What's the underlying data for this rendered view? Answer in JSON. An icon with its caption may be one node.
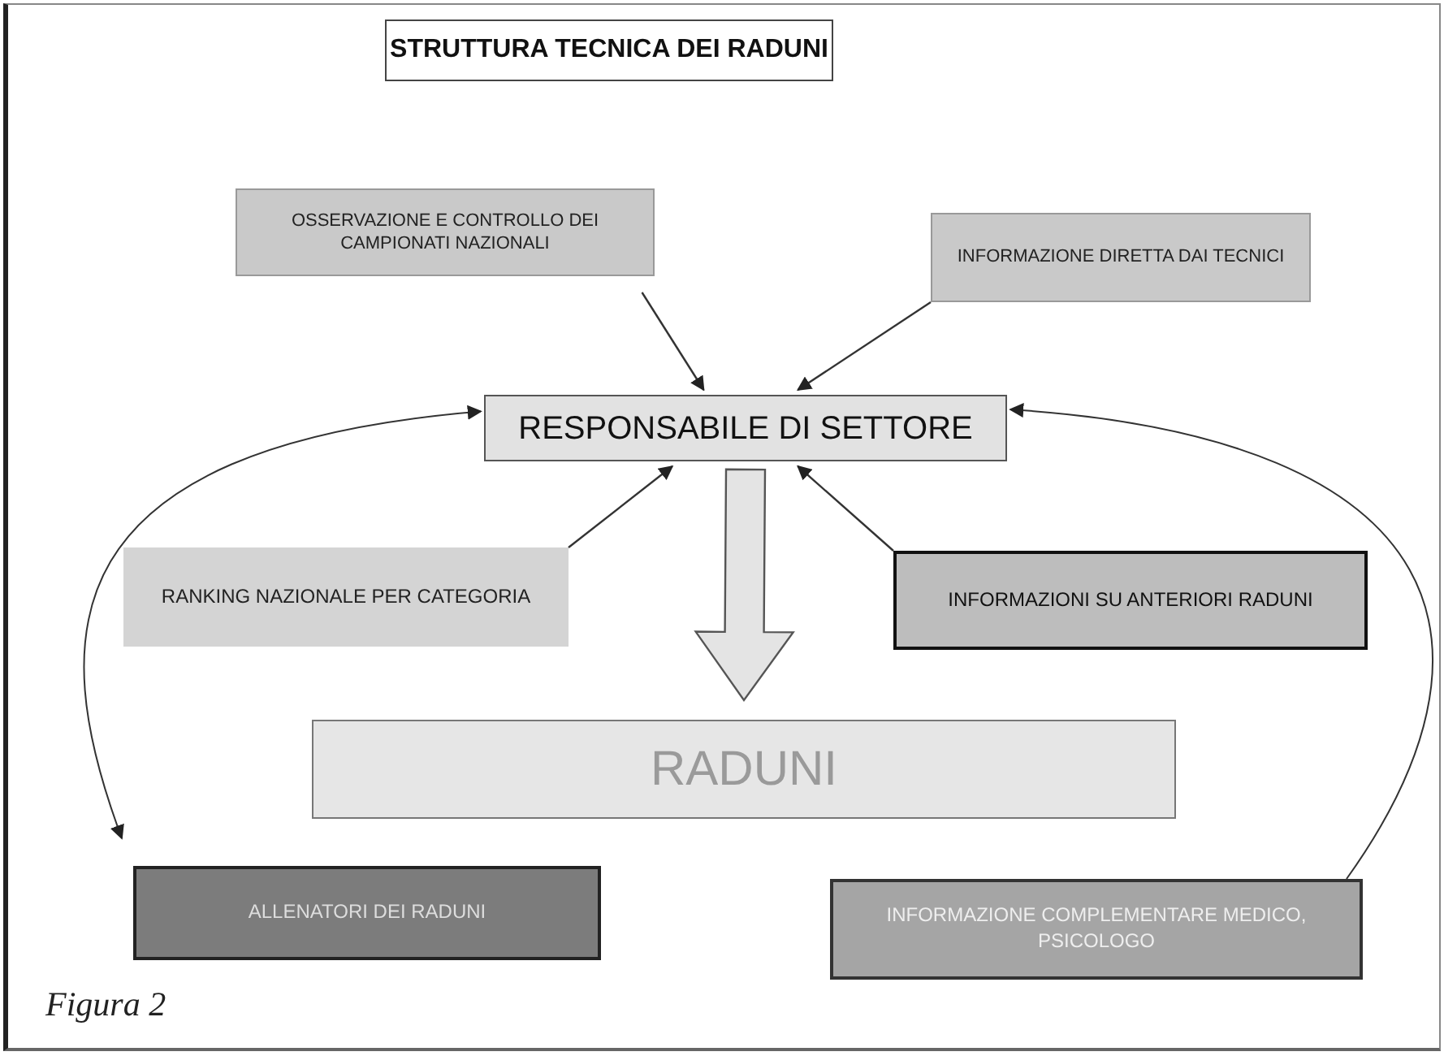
{
  "diagram": {
    "title": "STRUTTURA TECNICA DEI RADUNI",
    "nodes": [
      {
        "text": [
          "OSSERVAZIONE E CONTROLLO DEI CAMPIONATI NAZIONALI"
        ]
      },
      {
        "text": [
          "INFORMAZIONE DIRETTA DAI TECNICI"
        ]
      },
      {
        "text": [
          "RESPONSABILE DI SETTORE"
        ]
      },
      {
        "text": [
          "RANKING NAZIONALE PER CATEGORIA"
        ]
      },
      {
        "text": [
          "INFORMAZIONI SU ANTERIORI RADUNI"
        ]
      },
      {
        "text": [
          "RADUNI"
        ]
      },
      {
        "text": [
          "ALLENATORI DEI RADUNI"
        ]
      },
      {
        "text": [
          "INFORMAZIONE COMPLEMENTARE MEDICO, PSICOLOGO"
        ]
      }
    ],
    "edges": [
      {
        "from": 0,
        "to": 2,
        "arrow": "to"
      },
      {
        "from": 1,
        "to": 2,
        "arrow": "to"
      },
      {
        "from": 3,
        "to": 2,
        "arrow": "to"
      },
      {
        "from": 4,
        "to": 2,
        "arrow": "to"
      },
      {
        "from": 2,
        "to": 5,
        "arrow": "to",
        "style": "thick"
      },
      {
        "from": 6,
        "to": 2,
        "arrow": "both"
      },
      {
        "from": 7,
        "to": 2,
        "arrow": "to"
      }
    ],
    "labels": [
      "Figura 2"
    ]
  }
}
